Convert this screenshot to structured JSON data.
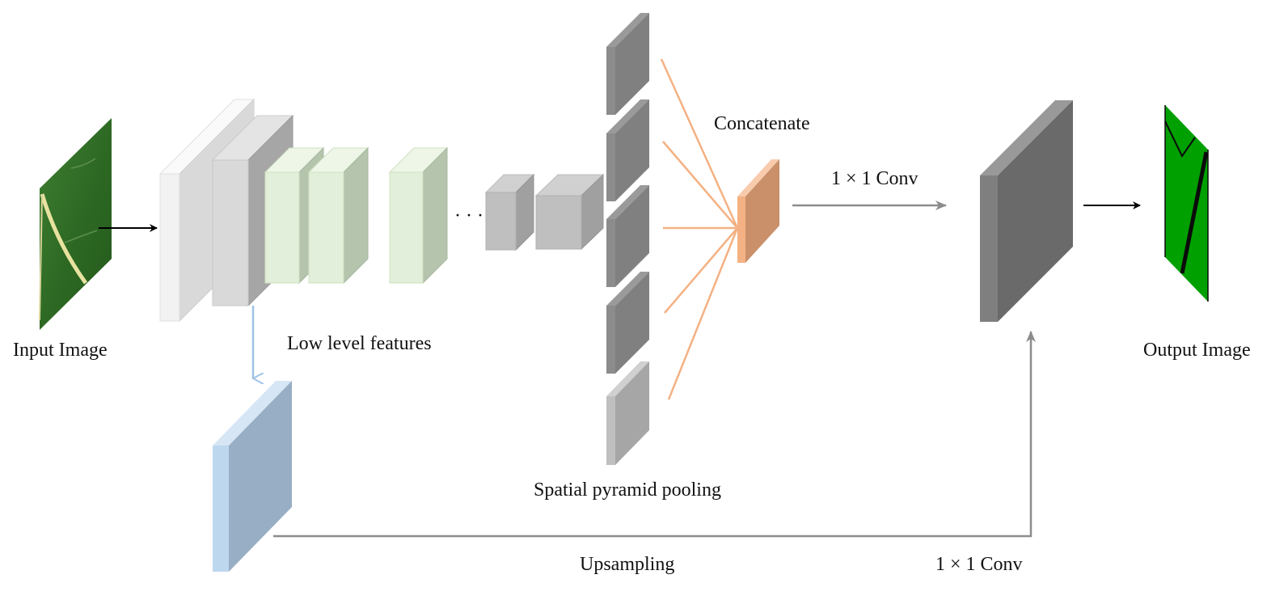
{
  "labels": {
    "input_image": "Input Image",
    "output_image": "Output Image",
    "low_level_features": "Low level features",
    "concatenate": "Concatenate",
    "conv_top": "1 × 1 Conv",
    "conv_bottom": "1 × 1 Conv",
    "spatial_pyramid_pooling": "Spatial pyramid pooling",
    "upsampling": "Upsampling",
    "ellipsis": "· · ·"
  },
  "colors": {
    "encoder_white": "#f2f2f2",
    "encoder_lightgray": "#d9d9d9",
    "encoder_green": "#e2efda",
    "pool_gray": "#808080",
    "concat_orange": "#f4b183",
    "lowlevel_blue": "#bdd7ee",
    "output_gray": "#7f7f7f",
    "arrow_black": "#000000",
    "arrow_gray": "#8c8c8c",
    "arrow_blue": "#9dc3e6",
    "spp_lines": "#f4b183"
  }
}
